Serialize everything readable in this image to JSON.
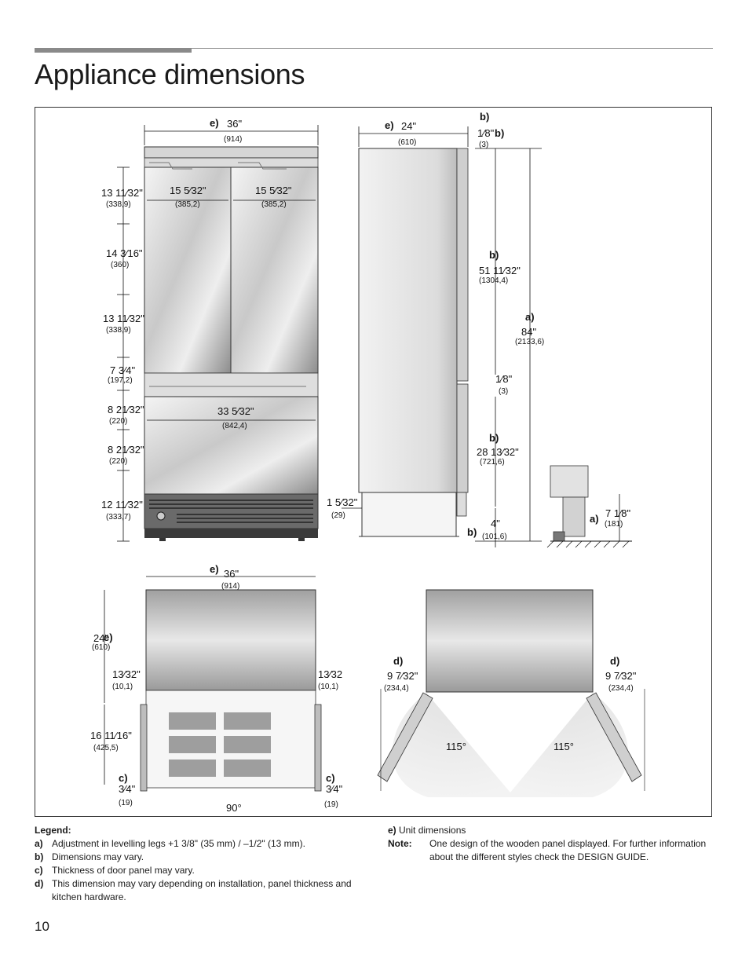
{
  "page": {
    "title": "Appliance dimensions",
    "page_number": "10"
  },
  "figure": {
    "front": {
      "width_key": "e)",
      "width_in": "36\"",
      "width_mm": "(914)",
      "door_left_in": "15 5⁄32\"",
      "door_left_mm": "(385,2)",
      "door_right_in": "15 5⁄32\"",
      "door_right_mm": "(385,2)",
      "drawer_in": "33 5⁄32\"",
      "drawer_mm": "(842,4)",
      "heights": [
        {
          "in": "13 11⁄32\"",
          "mm": "(338,9)"
        },
        {
          "in": "14 3⁄16\"",
          "mm": "(360)"
        },
        {
          "in": "13 11⁄32\"",
          "mm": "(338,9)"
        },
        {
          "in": "7 3⁄4\"",
          "mm": "(197,2)"
        },
        {
          "in": "8 21⁄32\"",
          "mm": "(220)"
        },
        {
          "in": "8 21⁄32\"",
          "mm": "(220)"
        },
        {
          "in": "12 11⁄32\"",
          "mm": "(333,7)"
        }
      ]
    },
    "side": {
      "depth_key": "e)",
      "depth_in": "24\"",
      "depth_mm": "(610)",
      "top_key": "b)",
      "top_key2": "b)",
      "top_in": "1⁄8\"",
      "top_mm": "(3)",
      "upper_key": "b)",
      "upper_in": "51 11⁄32\"",
      "upper_mm": "(1304,4)",
      "total_key": "a)",
      "total_in": "84\"",
      "total_mm": "(2133,6)",
      "gap_in": "1⁄8\"",
      "gap_mm": "(3)",
      "lower_key": "b)",
      "lower_in": "28 13⁄32\"",
      "lower_mm": "(721,6)",
      "plinth_in": "1 5⁄32\"",
      "plinth_mm": "(29)",
      "base_key": "b)",
      "base_in": "4\"",
      "base_mm": "(101,6)"
    },
    "leg": {
      "key": "a)",
      "in": "7 1⁄8\"",
      "mm": "(181)"
    },
    "top90": {
      "width_key": "e)",
      "width_in": "36\"",
      "width_mm": "(914)",
      "depth_key": "e)",
      "depth_in": "24\"",
      "depth_mm": "(610)",
      "left_off_in": "13⁄32\"",
      "left_off_mm": "(10,1)",
      "right_off_in": "13⁄32",
      "right_off_mm": "(10,1)",
      "swing_in": "16 11⁄16\"",
      "swing_mm": "(425,5)",
      "panel_left_key": "c)",
      "panel_left_in": "3⁄4\"",
      "panel_left_mm": "(19)",
      "panel_right_key": "c)",
      "panel_right_in": "3⁄4\"",
      "panel_right_mm": "(19)",
      "angle": "90°"
    },
    "top115": {
      "left_key": "d)",
      "left_in": "9 7⁄32\"",
      "left_mm": "(234,4)",
      "right_key": "d)",
      "right_in": "9 7⁄32\"",
      "right_mm": "(234,4)",
      "angle_left": "115°",
      "angle_right": "115°"
    }
  },
  "legend": {
    "title": "Legend:",
    "items": [
      {
        "key": "a)",
        "text": "Adjustment in levelling legs +1 3/8\" (35 mm) / –1/2\" (13 mm)."
      },
      {
        "key": "b)",
        "text": "Dimensions may vary."
      },
      {
        "key": "c)",
        "text": "Thickness of door panel may vary."
      },
      {
        "key": "d)",
        "text": "This dimension may vary depending on installation, panel thickness and kitchen hardware."
      }
    ]
  },
  "notes": {
    "e_key": "e)",
    "e_text": "Unit dimensions",
    "note_key": "Note:",
    "note_text": "One design of the wooden panel displayed. For further information about the different styles check the DESIGN GUIDE."
  },
  "colors": {
    "rule": "#8a8a8a",
    "steel_light": "#e6e6e6",
    "steel_dark": "#7a7a7a",
    "grille": "#3a3a3a"
  }
}
